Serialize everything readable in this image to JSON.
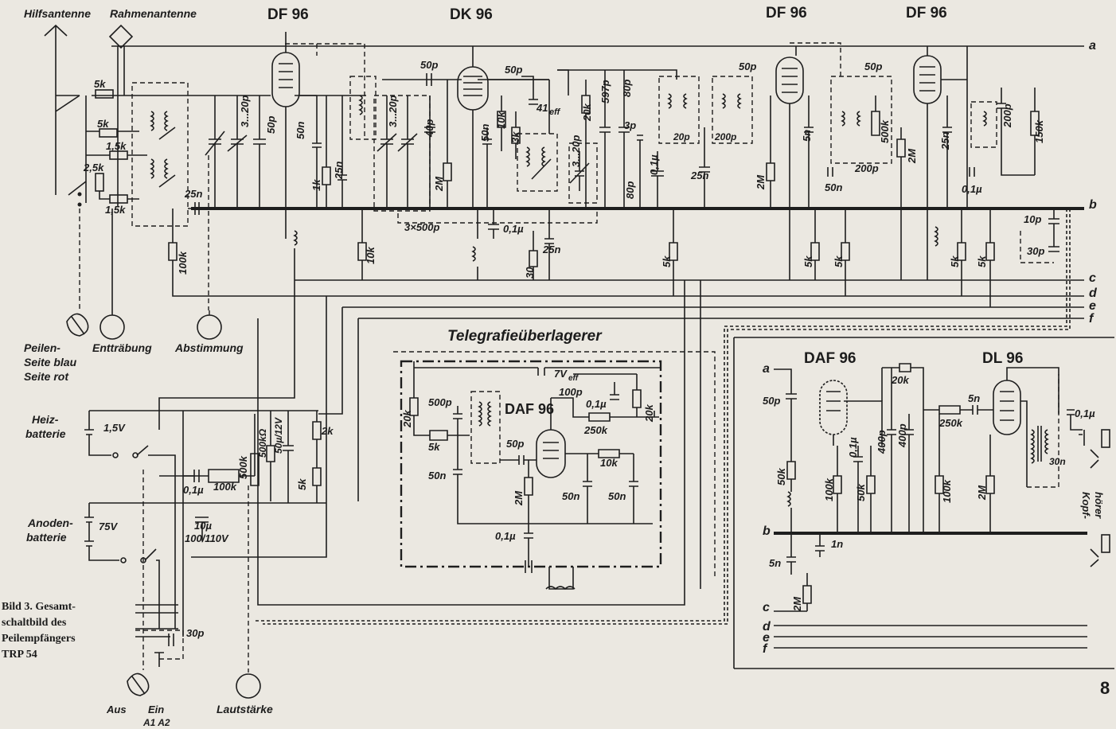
{
  "figure_number": "8",
  "caption": [
    "Bild 3. Gesamt-",
    "schaltbild des",
    "Peilempfängers",
    "TRP 54"
  ],
  "antennas": {
    "aux": "Hilfsantenne",
    "loop": "Rahmenantenne"
  },
  "tubes": {
    "t1": "DF 96",
    "t2": "DK 96",
    "t3": "DF 96",
    "t4": "DF 96",
    "t5": "DAF 96",
    "t6": "DAF 96",
    "t7": "DL 96"
  },
  "box_title": "Telegrafieüberlagerer",
  "knobs": {
    "peilen": [
      "Peilen-",
      "Seite blau",
      "Seite rot"
    ],
    "entstoerung": "Entträbung",
    "abstimmung": "Abstimmung",
    "lautstaerke": "Lautstärke",
    "switch_off": "Aus",
    "switch_on": "Ein",
    "switch_pos": "A1  A2"
  },
  "batteries": {
    "heiz": [
      "Heiz-",
      "batterie"
    ],
    "heiz_v": "1,5V",
    "anoden": [
      "Anoden-",
      "batterie"
    ],
    "anoden_v": "75V"
  },
  "bus_labels": [
    "a",
    "b",
    "c",
    "d",
    "e",
    "f"
  ],
  "headphone": [
    "Kopf-",
    "hörer"
  ],
  "components": {
    "r5k_1": "5k",
    "r5k_2": "5k",
    "r15k": "1,5k",
    "r25k": "2,5k",
    "r15k_b": "1,5k",
    "c25n_a": "25n",
    "c3_20p_a": "3...20p",
    "c50p_a": "50p",
    "c50n_a": "50n",
    "r1k_a": "1k",
    "c25n_b": "25n",
    "r100k_a": "100k",
    "r10k_a": "10k",
    "c50p_b": "50p",
    "c3_20p_b": "3...20p",
    "c40p": "40p",
    "r2M_a": "2M",
    "c50n_b": "50n",
    "r10k_b": "10k",
    "r3k": "3k",
    "c50p_c": "50p",
    "v41": "41",
    "eff": "eff",
    "r20k_a": "20k",
    "c597p": "597p",
    "c80p_a": "80p",
    "c3p": "3p",
    "c01u_a": "0,1µ",
    "c3_20p_c": "3...20p",
    "c80p_b": "80p",
    "c3x500": "3×500p",
    "c01u_b": "0,1µ",
    "c25n_c": "25n",
    "r30": "30",
    "r5k_a": "5k",
    "c20p": "20p",
    "c200p_a": "200p",
    "c25n_d": "25n",
    "c50p_d": "50p",
    "r2M_b": "2M",
    "c5n": "5n",
    "c50n_c": "50n",
    "r5k_b": "5k",
    "r5k_c": "5k",
    "c50p_e": "50p",
    "r500k": "500k",
    "c200p_b": "200p",
    "r2M_c": "2M",
    "c25n_e": "25n",
    "r5k_d": "5k",
    "c01u_c": "0,1µ",
    "c200p_c": "200p",
    "r150k": "150k",
    "r5k_e": "5k",
    "c10p": "10p",
    "c30p": "30p",
    "c500p": "500p",
    "r20k_b": "20k",
    "r5k_f": "5k",
    "c50n_d": "50n",
    "c100p": "100p",
    "c01u_d": "0,1µ",
    "r250k_a": "250k",
    "r20k_c": "20k",
    "c50p_f": "50p",
    "r2M_d": "2M",
    "r10k_c": "10k",
    "c50n_e": "50n",
    "c50n_f": "50n",
    "c01u_e": "0,1µ",
    "v7": "7V",
    "eff2": "eff",
    "r2k": "2k",
    "r500k_b": "500k",
    "r500k_c": "500kΩ",
    "c50u": "50µ/12V",
    "r5k_g": "5k",
    "c01u_f": "0,1µ",
    "r100k_b": "100k",
    "c10u": "10µ",
    "c10u_v": "100/110V",
    "c30p_b": "30p",
    "c50p_g": "50p",
    "r50k": "50k",
    "r20k_d": "20k",
    "c400p_a": "400p",
    "c400p_b": "400p",
    "r100k_c": "100k",
    "r50k_b": "50k",
    "c01u_g": "0,1µ",
    "r250k_b": "250k",
    "c5n_b": "5n",
    "r100k_d": "100k",
    "r2M_e": "2M",
    "c01u_h": "0,1µ",
    "c30n": "30n",
    "c1n": "1n",
    "c5n_c": "5n",
    "r2M_f": "2M"
  }
}
